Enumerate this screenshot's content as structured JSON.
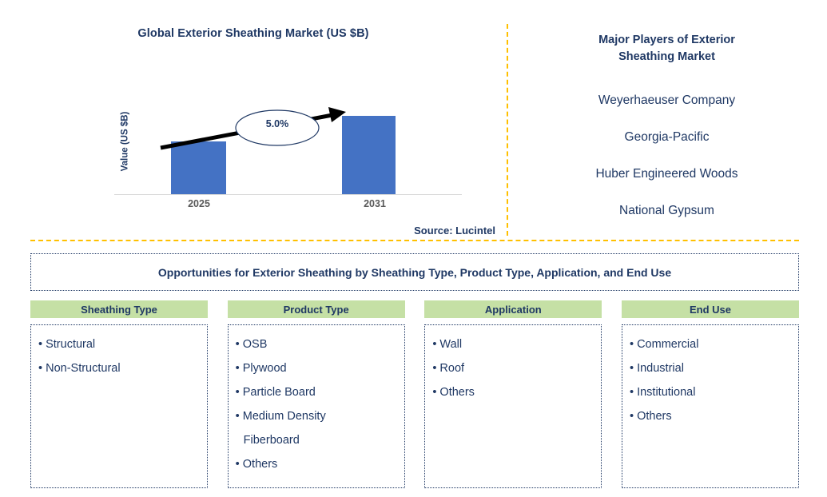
{
  "chart_data": {
    "type": "bar",
    "title": "Global Exterior Sheathing Market (US $B)",
    "xlabel": "",
    "ylabel": "Value (US $B)",
    "categories": [
      "2025",
      "2031"
    ],
    "values": [
      67,
      99
    ],
    "grid": false,
    "legend": false,
    "annotation": "5.0%",
    "annotation_kind": "cagr-arrow",
    "source": "Source: Lucintel",
    "bar_color": "#4472C4",
    "axis_color": "#D9D9D9",
    "tick_label_color": "#595959"
  },
  "chart": {
    "title": "Global Exterior Sheathing Market (US $B)",
    "y_axis_label": "Value (US $B)",
    "x_ticks": [
      "2025",
      "2031"
    ],
    "cagr": "5.0%",
    "source": "Source: Lucintel"
  },
  "players": {
    "title": "Major Players of Exterior\nSheathing Market",
    "title_line1": "Major Players of Exterior",
    "title_line2": "Sheathing Market",
    "items": [
      {
        "name": "Weyerhaeuser Company"
      },
      {
        "name": "Georgia-Pacific"
      },
      {
        "name": "Huber Engineered Woods"
      },
      {
        "name": "National Gypsum"
      }
    ]
  },
  "banner": {
    "text": "Opportunities for Exterior Sheathing by Sheathing Type, Product Type, Application, and End Use"
  },
  "columns": [
    {
      "header": "Sheathing Type",
      "items": [
        "• Structural",
        "• Non-Structural"
      ]
    },
    {
      "header": "Product Type",
      "items": [
        "• OSB",
        "• Plywood",
        "• Particle Board",
        "• Medium Density\n   Fiberboard",
        "• Others"
      ]
    },
    {
      "header": "Application",
      "items": [
        "• Wall",
        "• Roof",
        "• Others"
      ]
    },
    {
      "header": "End Use",
      "items": [
        "• Commercial",
        "• Industrial",
        "• Institutional",
        "• Others"
      ]
    }
  ],
  "colors": {
    "navy": "#1F3864",
    "bar_blue": "#4472C4",
    "header_green": "#C5E0A5",
    "divider_orange": "#FFC000",
    "tick_gray": "#595959"
  }
}
